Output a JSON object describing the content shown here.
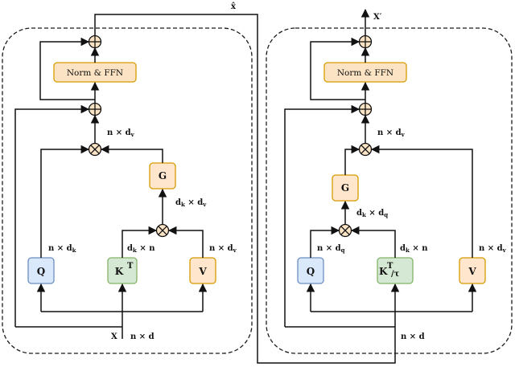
{
  "blocks": {
    "norm_ffn_label": "Norm & FFN",
    "query_label": "Q",
    "key_label": "K",
    "key_sup": "T",
    "key_scaled_suffix": "/τ",
    "value_label": "V",
    "gate_label": "G"
  },
  "dims": {
    "input": "n × d",
    "q": "n × d",
    "q_sub": "k",
    "left_kv_out": "n × d",
    "left_kv_out_sub": "v",
    "left_kt": "d",
    "left_kt_sub": "k",
    "left_kt_rest": " × n",
    "left_v": "n × d",
    "left_v_sub": "v",
    "left_kv": "d",
    "left_kv_sub1": "k",
    "left_kv_mid": " × d",
    "left_kv_sub2": "v",
    "right_q": "n × d",
    "right_q_sub": "q",
    "right_kt": "d",
    "right_kt_sub": "k",
    "right_kt_rest": " × n",
    "right_v": "n × d",
    "right_v_sub": "v",
    "right_kq": "d",
    "right_kq_sub1": "k",
    "right_kq_mid": " × d",
    "right_kq_sub2": "q",
    "right_out": "n × d",
    "right_out_sub": "v"
  },
  "io": {
    "input": "X",
    "intermediate": "x̂",
    "output": "X",
    "output_prime": "′"
  },
  "colors": {
    "norm_fill": "#fbe3c3",
    "norm_stroke": "#d79b00",
    "query_fill": "#dae8fc",
    "query_stroke": "#6c8ebf",
    "key_fill": "#d5e8d4",
    "key_stroke": "#82b366",
    "value_fill": "#ffe6cc",
    "value_stroke": "#d79b00",
    "op_fill": "#fbe3c3"
  }
}
